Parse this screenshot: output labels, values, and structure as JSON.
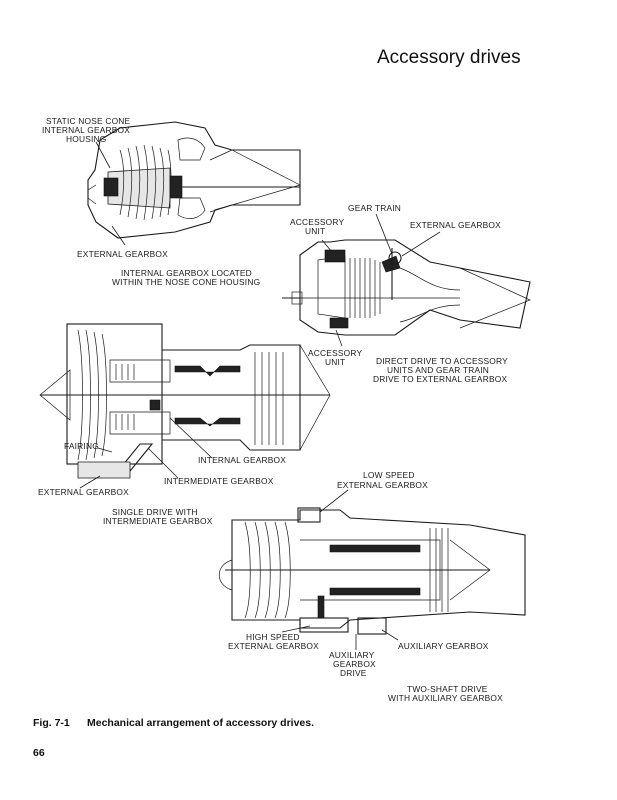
{
  "page": {
    "title": "Accessory drives",
    "caption_number": "Fig. 7-1",
    "caption_text": "Mechanical arrangement of accessory drives.",
    "page_number": "66"
  },
  "labels": {
    "static_nose_cone_1": "STATIC NOSE CONE",
    "static_nose_cone_2": "INTERNAL GEARBOX",
    "static_nose_cone_3": "HOUSING",
    "external_gearbox_top": "EXTERNAL GEARBOX",
    "internal_located_1": "INTERNAL GEARBOX LOCATED",
    "internal_located_2": "WITHIN THE NOSE CONE HOUSING",
    "gear_train": "GEAR TRAIN",
    "accessory_unit_top_1": "ACCESSORY",
    "accessory_unit_top_2": "UNIT",
    "external_gearbox_right": "EXTERNAL GEARBOX",
    "accessory_unit_bottom_1": "ACCESSORY",
    "accessory_unit_bottom_2": "UNIT",
    "direct_drive_1": "DIRECT DRIVE TO ACCESSORY",
    "direct_drive_2": "UNITS AND GEAR TRAIN",
    "direct_drive_3": "DRIVE TO EXTERNAL GEARBOX",
    "fairing": "FAIRING",
    "internal_gearbox": "INTERNAL GEARBOX",
    "intermediate_gearbox": "INTERMEDIATE GEARBOX",
    "external_gearbox_left": "EXTERNAL GEARBOX",
    "single_drive_1": "SINGLE DRIVE WITH",
    "single_drive_2": "INTERMEDIATE GEARBOX",
    "low_speed_1": "LOW SPEED",
    "low_speed_2": "EXTERNAL GEARBOX",
    "high_speed_1": "HIGH SPEED",
    "high_speed_2": "EXTERNAL GEARBOX",
    "auxiliary_drive_1": "AUXILIARY",
    "auxiliary_drive_2": "GEARBOX",
    "auxiliary_drive_3": "DRIVE",
    "auxiliary_gearbox": "AUXILIARY GEARBOX",
    "two_shaft_1": "TWO-SHAFT DRIVE",
    "two_shaft_2": "WITH AUXILIARY GEARBOX"
  }
}
